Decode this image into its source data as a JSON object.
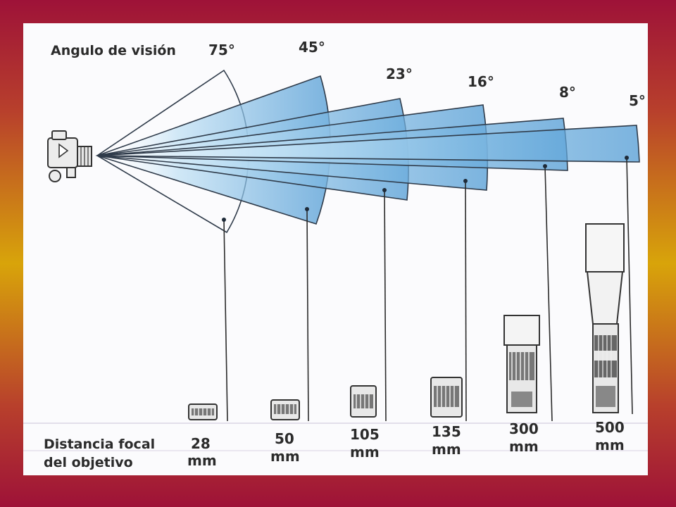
{
  "heading_angle": "Angulo de visión",
  "heading_focal_line1": "Distancia focal",
  "heading_focal_line2": "del objetivo",
  "lenses": [
    {
      "angle": "75°",
      "focal": "28",
      "unit": "mm"
    },
    {
      "angle": "45°",
      "focal": "50",
      "unit": "mm"
    },
    {
      "angle": "23°",
      "focal": "105",
      "unit": "mm"
    },
    {
      "angle": "16°",
      "focal": "135",
      "unit": "mm"
    },
    {
      "angle": "8°",
      "focal": "300",
      "unit": "mm"
    },
    {
      "angle": "5°",
      "focal": "500",
      "unit": "mm"
    }
  ],
  "colors": {
    "frame_top": "#9e1238",
    "frame_mid": "#d8a40a",
    "panel": "#fbfbfd",
    "cone_light": "#c9e4f4",
    "cone_dark": "#3f8fcf",
    "ink": "#2b2b2b"
  },
  "icons": [
    "camera-icon",
    "lens-icon"
  ]
}
